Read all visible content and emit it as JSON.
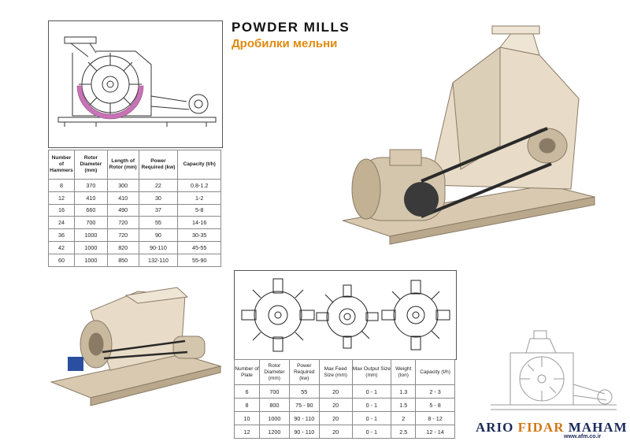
{
  "title_en": "POWDER MILLS",
  "title_ru": "Дробилки мельни",
  "brand": {
    "part1": "ARIO",
    "part2": "FIDAR",
    "part3": "MAHAM",
    "url": "www.afm.co.ir"
  },
  "colors": {
    "accent": "#e08a10",
    "brand": "#1b2a5a",
    "machine": "#e8dcc8",
    "highlight": "#c873b5"
  },
  "table1": {
    "headers": [
      "Number of Hammers",
      "Rotor Diameter (mm)",
      "Length of Rotor (mm)",
      "Power Required (kw)",
      "Capacity (t/h)"
    ],
    "rows": [
      [
        "8",
        "370",
        "300",
        "22",
        "0.8-1.2"
      ],
      [
        "12",
        "410",
        "410",
        "30",
        "1-2"
      ],
      [
        "16",
        "660",
        "490",
        "37",
        "5-8"
      ],
      [
        "24",
        "700",
        "720",
        "55",
        "14-16"
      ],
      [
        "36",
        "1000",
        "720",
        "90",
        "30-35"
      ],
      [
        "42",
        "1000",
        "820",
        "90-110",
        "45-55"
      ],
      [
        "60",
        "1000",
        "850",
        "132-110",
        "55-90"
      ]
    ]
  },
  "table2": {
    "headers": [
      "Number of Plate",
      "Rotor Diameter (mm)",
      "Power Required (kw)",
      "Max Feed Size (mm)",
      "Max Output Size (mm)",
      "Weight (ton)",
      "Capacity (t/h)"
    ],
    "rows": [
      [
        "6",
        "700",
        "55",
        "20",
        "0 - 1",
        "1.3",
        "2 - 3"
      ],
      [
        "8",
        "800",
        "75 - 90",
        "20",
        "0 - 1",
        "1.5",
        "5 - 8"
      ],
      [
        "10",
        "1000",
        "90 - 110",
        "20",
        "0 - 1",
        "2",
        "8 - 12"
      ],
      [
        "12",
        "1200",
        "90 - 110",
        "20",
        "0 - 1",
        "2.5",
        "12 - 14"
      ]
    ]
  }
}
